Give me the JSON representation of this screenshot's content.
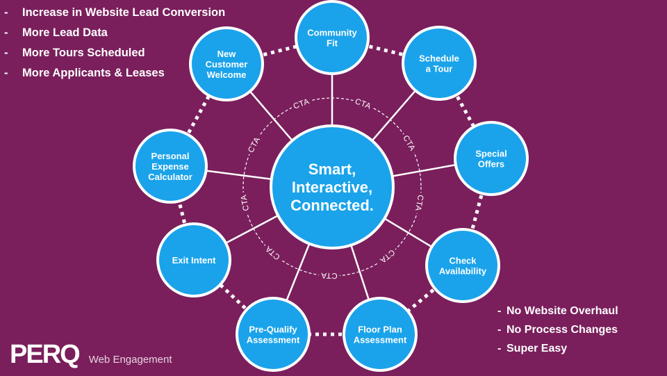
{
  "colors": {
    "background": "#7a1f5c",
    "node_fill": "#1aa3ea",
    "node_border": "#ffffff",
    "connector": "#ffffff"
  },
  "benefits": [
    "Increase in Website Lead Conversion",
    "More Lead Data",
    "More Tours Scheduled",
    "More Applicants & Leases"
  ],
  "assurances": [
    "No Website Overhaul",
    "No Process Changes",
    "Super Easy"
  ],
  "hub": {
    "lines": [
      "Smart,",
      "Interactive,",
      "Connected."
    ]
  },
  "nodes": [
    {
      "id": "community-fit",
      "lines": [
        "Community",
        "Fit"
      ]
    },
    {
      "id": "schedule-a-tour",
      "lines": [
        "Schedule",
        "a Tour"
      ]
    },
    {
      "id": "special-offers",
      "lines": [
        "Special",
        "Offers"
      ]
    },
    {
      "id": "check-availability",
      "lines": [
        "Check",
        "Availability"
      ]
    },
    {
      "id": "floor-plan-assessment",
      "lines": [
        "Floor Plan",
        "Assessment"
      ]
    },
    {
      "id": "pre-qualify-assessment",
      "lines": [
        "Pre-Qualify",
        "Assessment"
      ]
    },
    {
      "id": "exit-intent",
      "lines": [
        "Exit Intent"
      ]
    },
    {
      "id": "personal-expense-calculator",
      "lines": [
        "Personal",
        "Expense",
        "Calculator"
      ]
    },
    {
      "id": "new-customer-welcome",
      "lines": [
        "New",
        "Customer",
        "Welcome"
      ]
    }
  ],
  "cta_label": "CTA",
  "logo": {
    "mark": "PERQ",
    "tagline": "Web Engagement"
  }
}
